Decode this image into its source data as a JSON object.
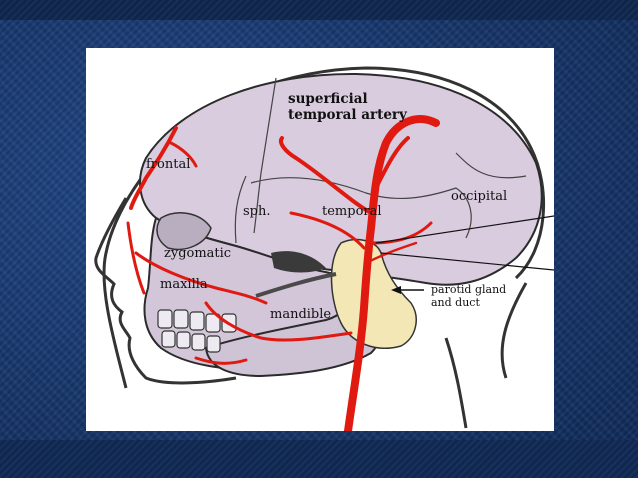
{
  "labels": {
    "superficial_temporal_artery_line1": "superficial",
    "superficial_temporal_artery_line2": "temporal artery",
    "frontal": "frontal",
    "sph": "sph.",
    "temporal": "temporal",
    "occipital": "occipital",
    "zygomatic": "zygomatic",
    "maxilla": "maxilla",
    "mandible": "mandible",
    "parotid_line1": "parotid gland",
    "parotid_line2": "and duct"
  },
  "colors": {
    "background": "#16356a",
    "skull": "#d8ccde",
    "artery": "#e01a10",
    "gland": "#f3e8b5",
    "outline": "#222222"
  }
}
